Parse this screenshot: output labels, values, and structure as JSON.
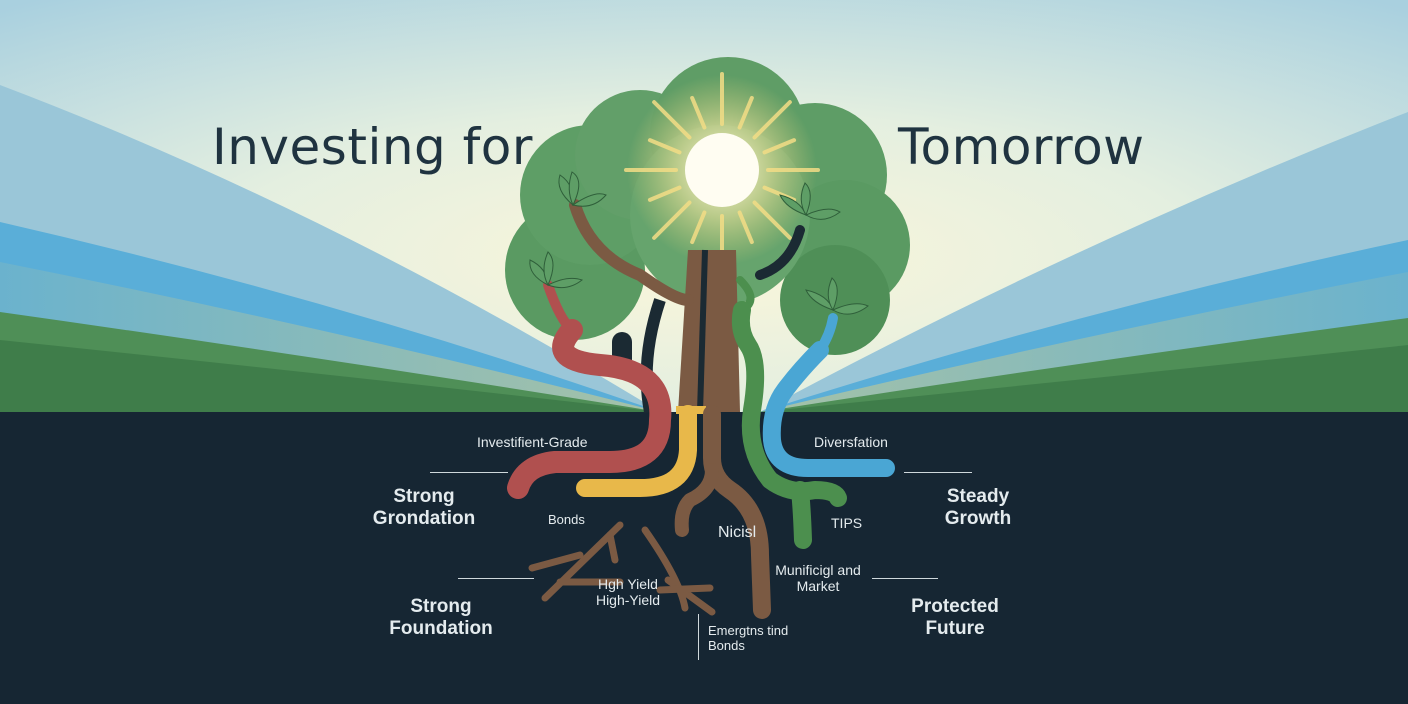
{
  "title": {
    "left": "Investing for",
    "right": "Tomorrow"
  },
  "labels": {
    "investment_grade": "Investifient-Grade",
    "bonds": "Bonds",
    "high_yield": [
      "Hgh Yield",
      "High-Yield"
    ],
    "nicisl": "Nicisl",
    "emerging": [
      "Emergtns tind",
      "Bonds"
    ],
    "municipal": [
      "Munificigl and",
      "Market"
    ],
    "tips": "TIPS",
    "diversification": "Diversfation"
  },
  "side_labels": {
    "left_top": [
      "Strong",
      "Grondation"
    ],
    "left_bottom": [
      "Strong",
      "Foundation"
    ],
    "right_top": [
      "Steady",
      "Growth"
    ],
    "right_bottom": [
      "Protected",
      "Future"
    ]
  },
  "colors": {
    "sky_top": "#aed2e0",
    "sky_glow": "#f8f3d6",
    "ground": "#162633",
    "grass": "#4f8f57",
    "leaf": "#5a9a62",
    "trunk": "#7b5a43",
    "root_red": "#b0504f",
    "root_yellow": "#e8b84a",
    "root_green": "#4c8f4e",
    "root_blue": "#4aa6d4",
    "text_light": "#e4ebee",
    "title": "#1f3340"
  }
}
